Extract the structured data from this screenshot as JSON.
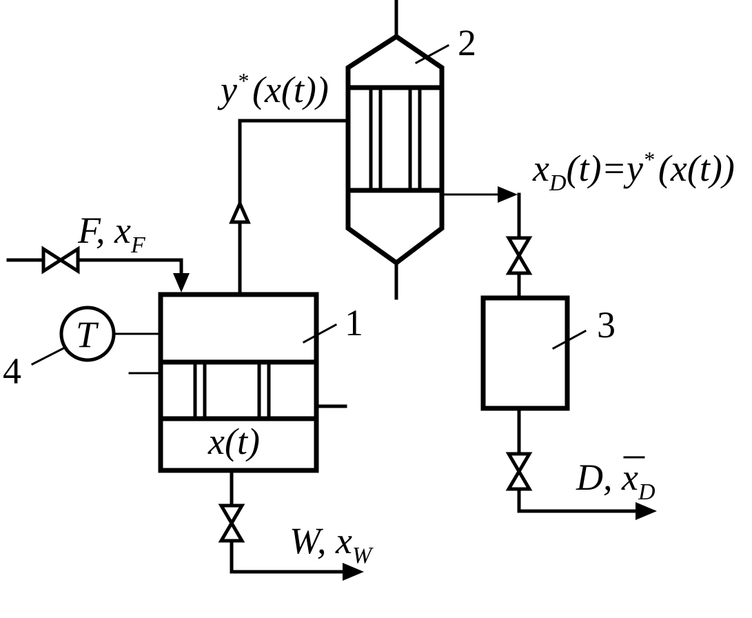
{
  "labels": {
    "n1": "1",
    "n2": "2",
    "n3": "3",
    "n4": "4",
    "t": "T",
    "xt": "x(t)",
    "y_star": "y",
    "y_star_sup": "*",
    "y_star_arg": "(x(t))",
    "feed_F": "F, x",
    "feed_sub": "F",
    "xd": "x",
    "xd_sub": "D",
    "xd_eq": "(t)=y",
    "xd_sup": "*",
    "xd_arg": "(x(t))",
    "bottom_W": "W, x",
    "bottom_sub": "W",
    "dist_D": "D, ",
    "dist_x": "x",
    "dist_sub": "D"
  }
}
